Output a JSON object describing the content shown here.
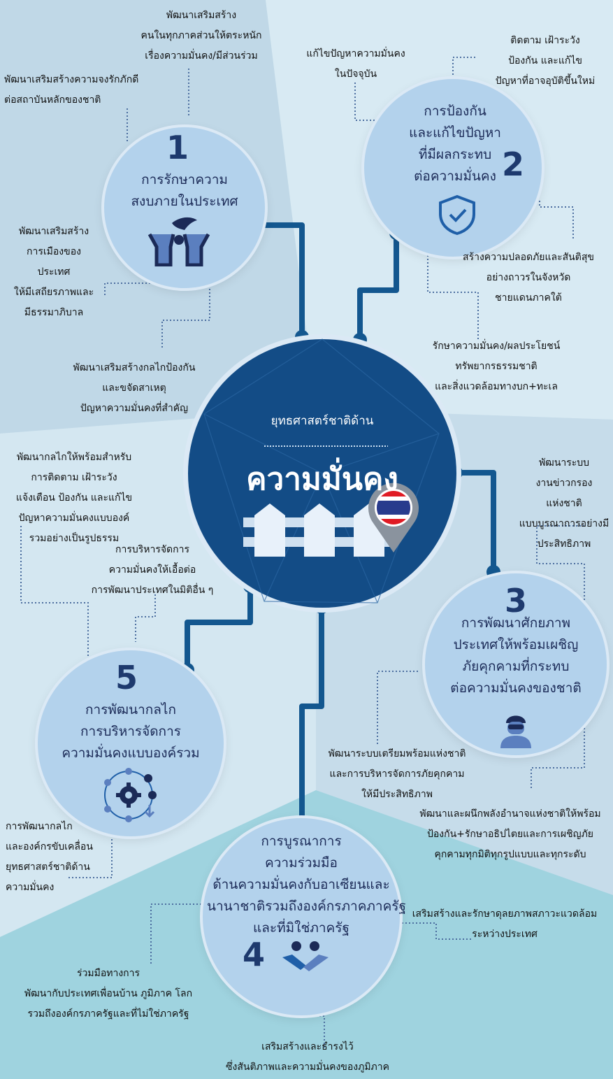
{
  "center": {
    "subtitle": "ยุทธศาสตร์ชาติด้าน",
    "title": "ความมั่นคง",
    "icon": "fence-with-thailand-flag-pin-icon"
  },
  "colors": {
    "center_fill": "#134c86",
    "node_fill": "#b3d2ec",
    "connector": "#13578f",
    "number": "#1e3a6e",
    "dotted_line": "#4d6fa0"
  },
  "nodes": [
    {
      "number": "1",
      "title": "การรักษาความ\nสงบภายในประเทศ",
      "icon": "people-with-dove-icon"
    },
    {
      "number": "2",
      "title": "การป้องกัน\nและแก้ไขปัญหา\nที่มีผลกระทบ\nต่อความมั่นคง",
      "icon": "shield-check-icon"
    },
    {
      "number": "3",
      "title": "การพัฒนาศักยภาพ\nประเทศให้พร้อมเผชิญ\nภัยคุกคามที่กระทบ\nต่อความมั่นคงของชาติ",
      "icon": "soldier-icon"
    },
    {
      "number": "4",
      "title": "การบูรณาการ\nความร่วมมือ\nด้านความมั่นคงกับอาเซียนและ\nนานาชาติรวมถึงองค์กรภาคภาครัฐ\nและที่มิใช่ภาครัฐ",
      "icon": "handshake-icon"
    },
    {
      "number": "5",
      "title": "การพัฒนากลไก\nการบริหารจัดการ\nความมั่นคงแบบองค์รวม",
      "icon": "gear-network-icon"
    }
  ],
  "annotations": {
    "n1_top": "พัฒนาเสริมสร้าง\nคนในทุกภาคส่วนให้ตระหนัก\nเรื่องความมั่นคง/มีส่วนร่วม",
    "n1_left_top": "พัฒนาเสริมสร้างความจงรักภักดี\nต่อสถาบันหลักของชาติ",
    "n1_left": "พัฒนาเสริมสร้าง\nการเมืองของ\nประเทศ\nให้มีเสถียรภาพและ\nมีธรรมาภิบาล",
    "n1_bottom": "พัฒนาเสริมสร้างกลไกป้องกัน\nและขจัดสาเหตุ\nปัญหาความมั่นคงที่สำคัญ",
    "n2_top_left": "แก้ไขปัญหาความมั่นคง\nในปัจจุบัน",
    "n2_top_right": "ติดตาม เฝ้าระวัง\nป้องกัน และแก้ไข\nปัญหาที่อาจอุบัติขึ้นใหม่",
    "n2_right": "สร้างความปลอดภัยและสันติสุข\nอย่างถาวรในจังหวัด\nชายแดนภาคใต้",
    "n2_bottom": "รักษาความมั่นคง/ผลประโยชน์\nทรัพยากรธรรมชาติ\nและสิ่งแวดล้อมทางบก+ทะเล",
    "n3_top": "พัฒนาระบบ\nงานข่าวกรอง\nแห่งชาติ\nแบบบูรณาการอย่างมี\nประสิทธิภาพ",
    "n3_left": "พัฒนาระบบเตรียมพร้อมแห่งชาติ\nและการบริหารจัดการภัยคุกคาม\nให้มีประสิทธิภาพ",
    "n3_bottom": "พัฒนาและผนึกพลังอำนาจแห่งชาติให้พร้อม\nป้องกัน+รักษาอธิปไตยและการเผชิญภัย\nคุกคามทุกมิติทุกรูปแบบและทุกระดับ",
    "n5_top_left": "พัฒนากลไกให้พร้อมสำหรับ\nการติดตาม เฝ้าระวัง\nแจ้งเตือน ป้องกัน และแก้ไข\nปัญหาความมั่นคงแบบองค์\nรวมอย่างเป็นรูปธรรม",
    "n5_top": "การบริหารจัดการ\nความมั่นคงให้เอื้อต่อ\nการพัฒนาประเทศในมิติอื่น ๆ",
    "n5_bottom": "การพัฒนากลไก\nและองค์กรขับเคลื่อน\nยุทธศาสตร์ชาติด้าน\nความมั่นคง",
    "n4_right": "เสริมสร้างและรักษาดุลยภาพสภาวะแวดล้อม\nระหว่างประเทศ",
    "n4_left": "ร่วมมือทางการ\nพัฒนากับประเทศเพื่อนบ้าน ภูมิภาค โลก\nรวมถึงองค์กรภาครัฐและที่ไม่ใช่ภาครัฐ",
    "n4_bottom": "เสริมสร้างและธำรงไว้\nซึ่งสันติภาพและความมั่นคงของภูมิภาค"
  }
}
